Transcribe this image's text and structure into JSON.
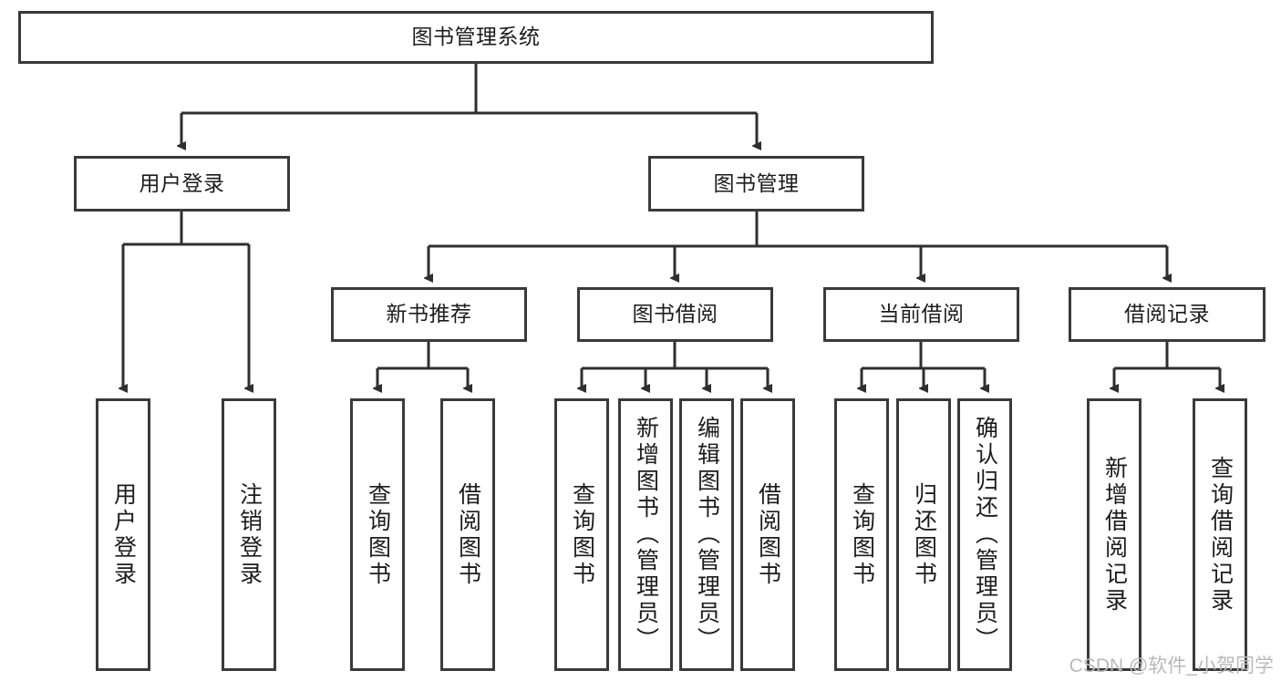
{
  "diagram": {
    "title_box": {
      "label": "图书管理系统"
    },
    "level1": [
      {
        "key": "user-login",
        "label": "用户登录"
      },
      {
        "key": "book-management",
        "label": "图书管理"
      }
    ],
    "level2": [
      {
        "key": "new-book-recommend",
        "label": "新书推荐"
      },
      {
        "key": "book-borrow",
        "label": "图书借阅"
      },
      {
        "key": "current-borrow",
        "label": "当前借阅"
      },
      {
        "key": "borrow-record",
        "label": "借阅记录"
      }
    ],
    "leaves": [
      {
        "key": "leaf-user-login",
        "label": "用户登录"
      },
      {
        "key": "leaf-logout-login",
        "label": "注销登录"
      },
      {
        "key": "leaf-query-book-1",
        "label": "查询图书"
      },
      {
        "key": "leaf-borrow-book-1",
        "label": "借阅图书"
      },
      {
        "key": "leaf-query-book-2",
        "label": "查询图书"
      },
      {
        "key": "leaf-add-book-admin",
        "label": "新增图书（管理员）"
      },
      {
        "key": "leaf-edit-book-admin",
        "label": "编辑图书（管理员）"
      },
      {
        "key": "leaf-borrow-book-2",
        "label": "借阅图书"
      },
      {
        "key": "leaf-query-book-3",
        "label": "查询图书"
      },
      {
        "key": "leaf-return-book",
        "label": "归还图书"
      },
      {
        "key": "leaf-confirm-return-admin",
        "label": "确认归还（管理员）"
      },
      {
        "key": "leaf-add-borrow-record",
        "label": "新增借阅记录"
      },
      {
        "key": "leaf-query-borrow-record",
        "label": "查询借阅记录"
      }
    ],
    "watermark": "CSDN @软件_小贺同学",
    "colors": {
      "border": "#3a3a3a",
      "background": "#ffffff",
      "text": "#1c1c1c",
      "watermark": "#b9b9b9"
    }
  }
}
